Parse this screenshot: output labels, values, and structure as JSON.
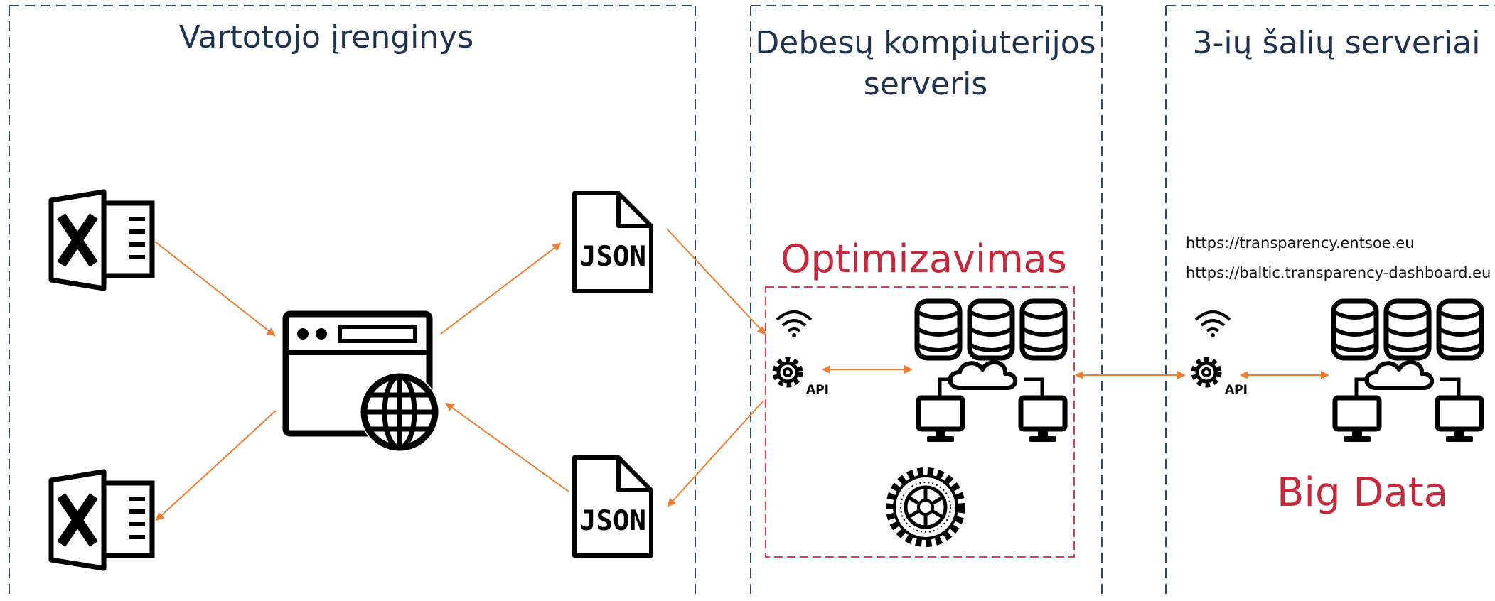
{
  "zones": {
    "user_device": {
      "title": "Vartotojo įrenginys"
    },
    "cloud_server": {
      "title": "Debesų kompiuterijos serveris"
    },
    "third_party": {
      "title": "3-ių šalių serveriai"
    }
  },
  "labels": {
    "optimization": "Optimizavimas",
    "big_data": "Big Data"
  },
  "json_files": [
    "JSON",
    "JSON"
  ],
  "api_label": "API",
  "excel_label": "X",
  "urls": [
    "https://transparency.entsoe.eu",
    "https://baltic.transparency-dashboard.eu"
  ],
  "colors": {
    "arrow": "#ed7d31",
    "zone_border": "#2f4a6a",
    "accent_red": "#c8283c",
    "title": "#1f3350"
  }
}
